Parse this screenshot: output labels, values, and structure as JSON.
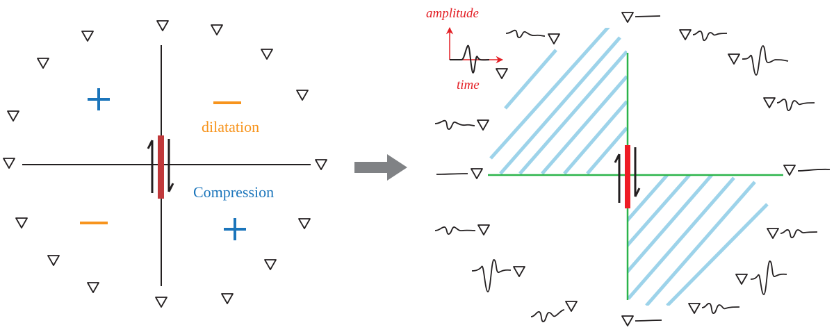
{
  "left_panel": {
    "dilatation_label": "dilatation",
    "compression_label": "Compression",
    "plus_sign": "+",
    "minus_sign": "−"
  },
  "right_panel": {
    "amplitude_label": "amplitude",
    "time_label": "time"
  },
  "colors": {
    "fault": "#c0393b",
    "fault_right": "#ee1c25",
    "compression": "#1b75bb",
    "dilatation": "#f7941d",
    "axis_label": "#e31e24",
    "nodal_plane_right": "#2bb44a",
    "hatch": "#9dd3ea",
    "arrow": "#808285",
    "ink": "#231f20"
  },
  "icons": {
    "station": "inverted-triangle-icon",
    "transition_arrow": "right-arrow-icon",
    "slip_arrows": "half-arrow-icon"
  }
}
